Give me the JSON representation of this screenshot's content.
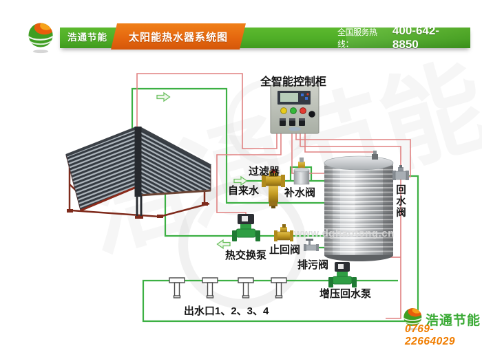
{
  "header": {
    "brand": "浩通节能",
    "title": "太阳能热水器系统图",
    "hotline_label": "全国服务热线：",
    "hotline_number": "400-642-8850",
    "colors": {
      "bar_green": "#4fae27",
      "tab_orange": "#e4650e"
    }
  },
  "diagram": {
    "labels": {
      "control_cabinet": "全智能控制柜",
      "filter": "过滤器",
      "tap_water": "自来水",
      "feed_valve": "补水阀",
      "return_valve": "回水阀",
      "heat_exchange_pump": "热交换泵",
      "check_valve": "止回阀",
      "drain_valve": "排污阀",
      "booster_pump": "增压回水泵",
      "outlets": "出水口1、2、3、4"
    },
    "pipe_colors": {
      "water_green": "#3cb043",
      "signal_red": "#e08080"
    }
  },
  "watermark": {
    "brand": "浩通节能",
    "site": "www.dghaotong.cn"
  },
  "footer": {
    "brand": "浩通节能",
    "phone": "0769-22664029",
    "brand_color": "#3aaa35",
    "phone_color": "#f07d00"
  }
}
